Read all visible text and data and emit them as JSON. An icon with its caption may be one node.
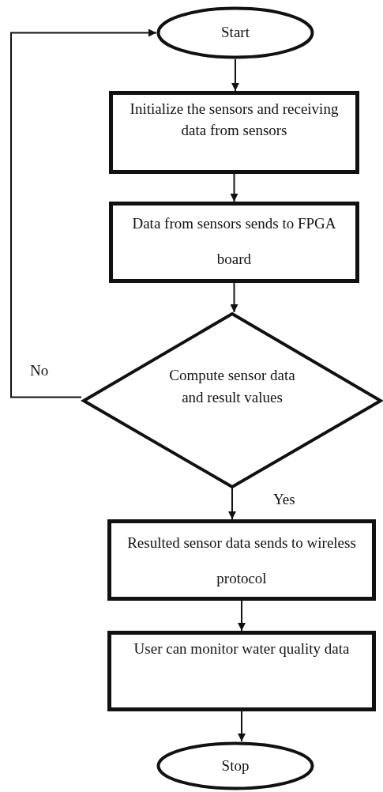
{
  "diagram": {
    "nodes": [
      {
        "text": [
          "Start"
        ]
      },
      {
        "text": [
          "Initialize the sensors and receiving data from sensors"
        ]
      },
      {
        "text": [
          "Data from sensors sends to FPGA board"
        ]
      },
      {
        "text": [
          "Compute sensor data and result values"
        ]
      },
      {
        "text": [
          "Resulted sensor data sends to wireless protocol"
        ]
      },
      {
        "text": [
          "User can monitor water quality data"
        ]
      },
      {
        "text": [
          "Stop"
        ]
      }
    ],
    "edges": [
      {
        "from": 0,
        "to": 1,
        "arrow": "to"
      },
      {
        "from": 1,
        "to": 2,
        "arrow": "to"
      },
      {
        "from": 2,
        "to": 3,
        "arrow": "to"
      },
      {
        "from": 3,
        "to": 4,
        "arrow": "to",
        "label": "Yes"
      },
      {
        "from": 4,
        "to": 5,
        "arrow": "to"
      },
      {
        "from": 5,
        "to": 6,
        "arrow": "to"
      },
      {
        "from": 3,
        "to": 0,
        "arrow": "to",
        "label": "No"
      }
    ]
  }
}
